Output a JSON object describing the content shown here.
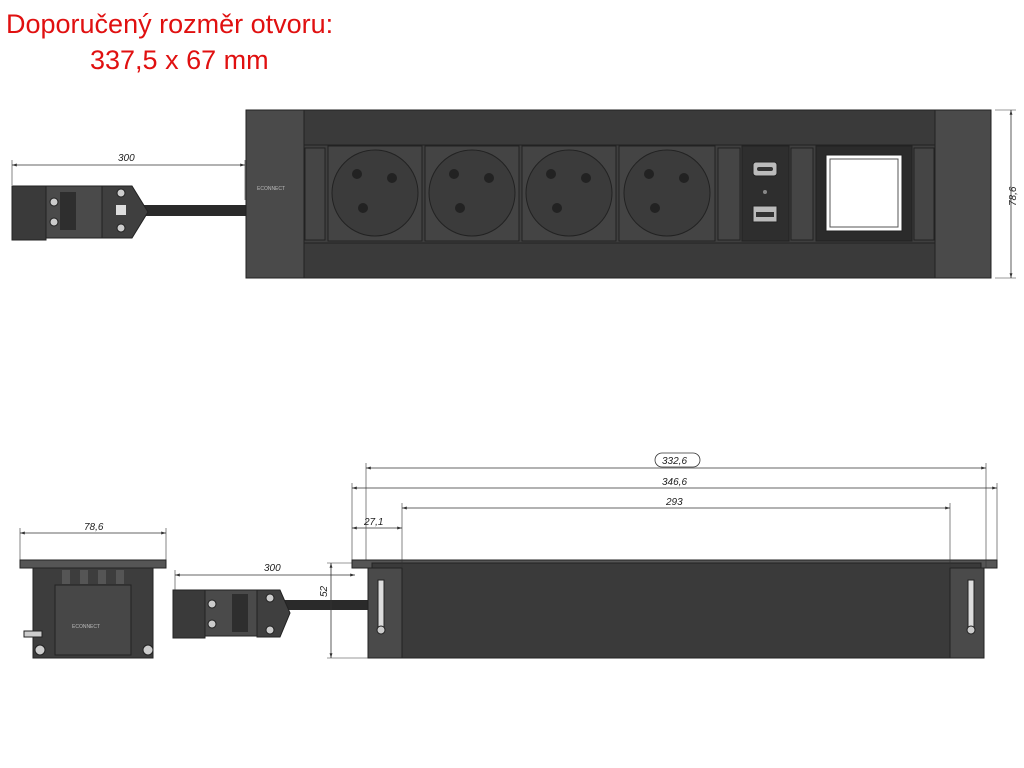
{
  "header": {
    "line1": "Doporučený rozměr otvoru:",
    "line2": "337,5 x 67 mm"
  },
  "top_view": {
    "cable_length": "300",
    "height": "78,6",
    "socket_count": 4,
    "brand": "ECONNECT"
  },
  "end_view": {
    "width": "78,6",
    "brand": "ECONNECT"
  },
  "side_view": {
    "cable_length": "300",
    "dim_total": "332,6",
    "dim_frame": "346,6",
    "dim_offset": "27,1",
    "dim_body": "293",
    "height": "52"
  },
  "colors": {
    "title": "#e01010",
    "body": "#3a3a3a",
    "end_caps": "#4a4a4a",
    "sockets": "#444444",
    "dimension_lines": "#333333"
  }
}
